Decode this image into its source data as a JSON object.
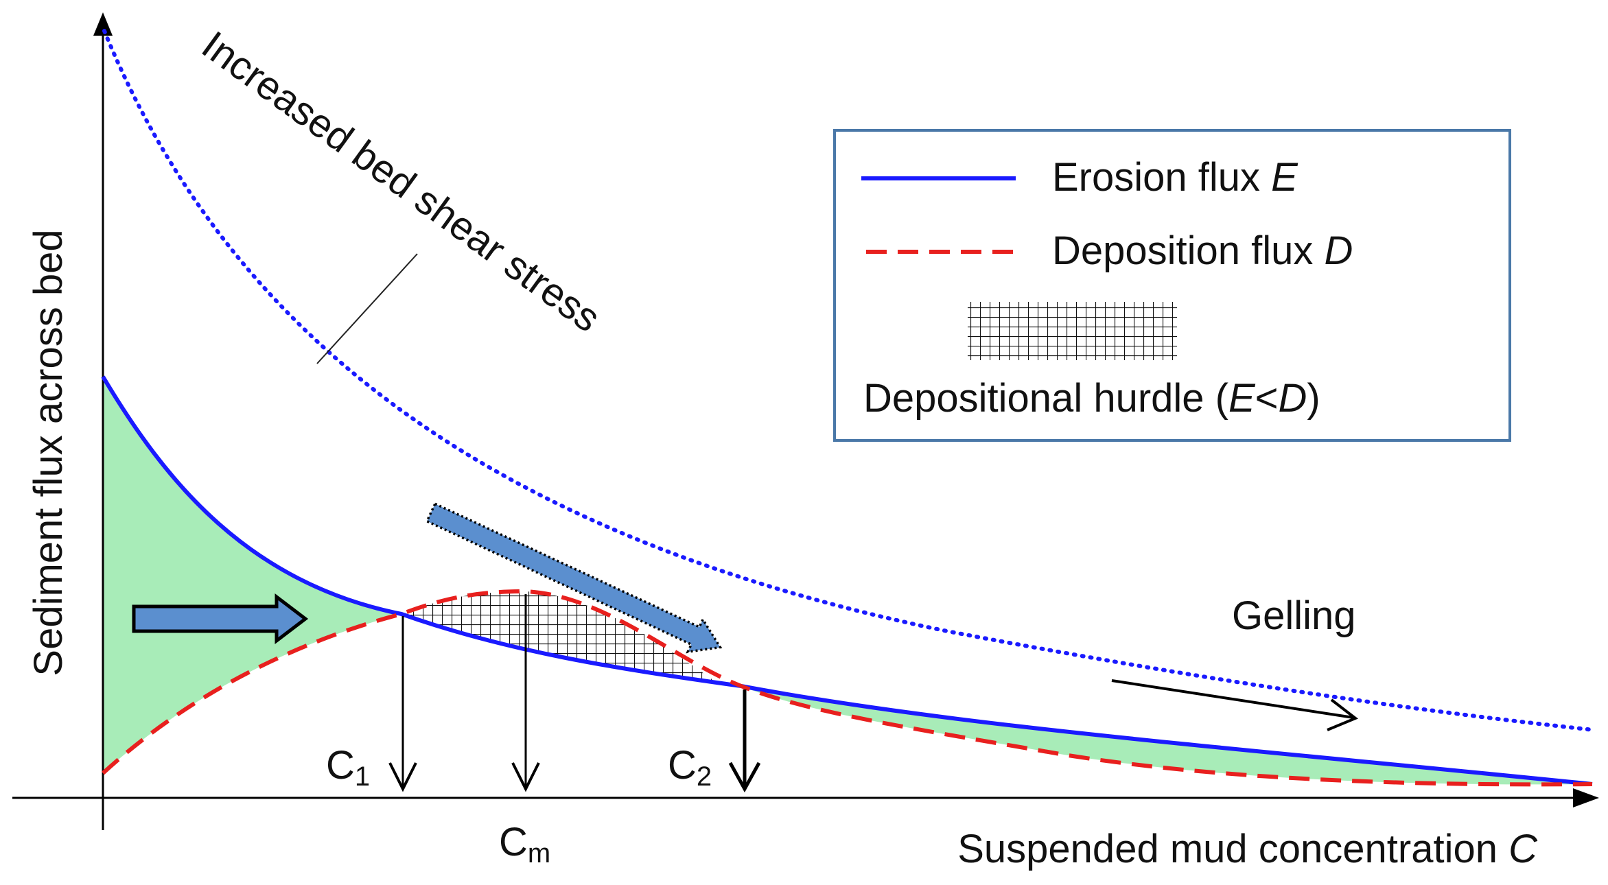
{
  "labels": {
    "y_axis": "Sediment flux across bed",
    "x_axis_prefix": "Suspended mud concentration ",
    "x_axis_var": "C",
    "increased_shear": "Increased bed shear stress",
    "gelling": "Gelling",
    "c1_main": "C",
    "c1_sub": "1",
    "cm_main": "C",
    "cm_sub": "m",
    "c2_main": "C",
    "c2_sub": "2"
  },
  "legend": {
    "erosion_text": "Erosion flux ",
    "erosion_var": "E",
    "deposition_text": "Deposition flux ",
    "deposition_var": "D",
    "hurdle_text_prefix": "Depositional hurdle (",
    "hurdle_var_e": "E",
    "hurdle_lt": "<",
    "hurdle_var_d": "D",
    "hurdle_text_suffix": ")"
  },
  "colors": {
    "erosion": "#1a1aff",
    "deposition": "#e8201e",
    "green_fill": "#a8ecb8",
    "blue_arrow": "#5b8fcf",
    "legend_border": "#4a78a8"
  }
}
